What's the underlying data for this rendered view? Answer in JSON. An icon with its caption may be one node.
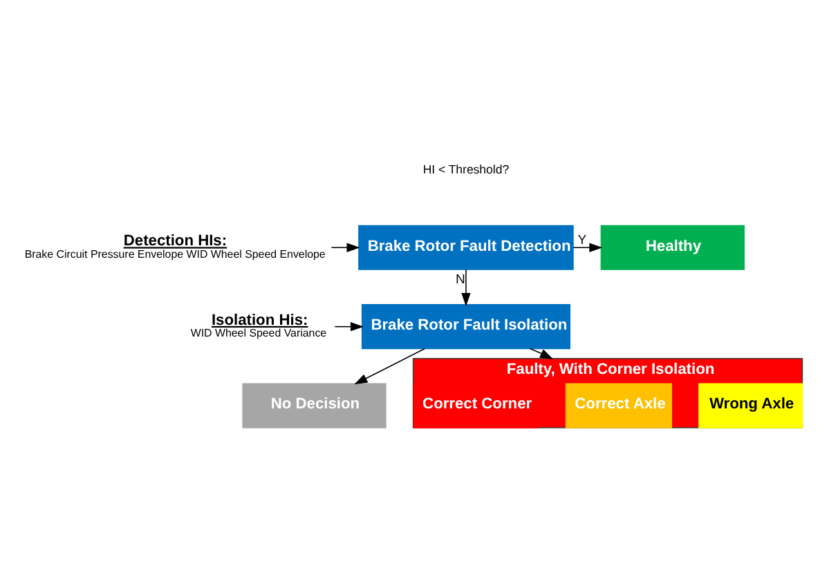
{
  "diagram": {
    "nodes": [
      {
        "text": [
          "Detection HIs:",
          "Brake Circuit Pressure Envelope WID Wheel Speed Envelope"
        ]
      },
      {
        "text": [
          "Brake Rotor Fault Detection"
        ]
      },
      {
        "text": [
          "Healthy"
        ]
      },
      {
        "text": [
          "Isolation His:",
          "WID Wheel Speed Variance"
        ]
      },
      {
        "text": [
          "Brake Rotor Fault Isolation"
        ]
      },
      {
        "text": [
          "No Decision"
        ]
      },
      {
        "text": [
          "Faulty, With Corner Isolation"
        ]
      },
      {
        "text": [
          "Correct Corner"
        ],
        "in": 6
      },
      {
        "text": [
          "Correct Axle"
        ],
        "in": 6
      },
      {
        "text": [
          "Wrong Axle"
        ],
        "in": 6
      }
    ],
    "edges": [
      {
        "from": 0,
        "to": 1,
        "arrow": "to"
      },
      {
        "from": 1,
        "to": 2,
        "arrow": "to",
        "label": "Y"
      },
      {
        "from": 1,
        "to": 4,
        "arrow": "to",
        "label": "N"
      },
      {
        "from": 3,
        "to": 4,
        "arrow": "to"
      },
      {
        "from": 4,
        "to": 5,
        "arrow": "to"
      },
      {
        "from": 4,
        "to": 6,
        "arrow": "to"
      }
    ],
    "labels": [
      "HI < Threshold?"
    ]
  }
}
